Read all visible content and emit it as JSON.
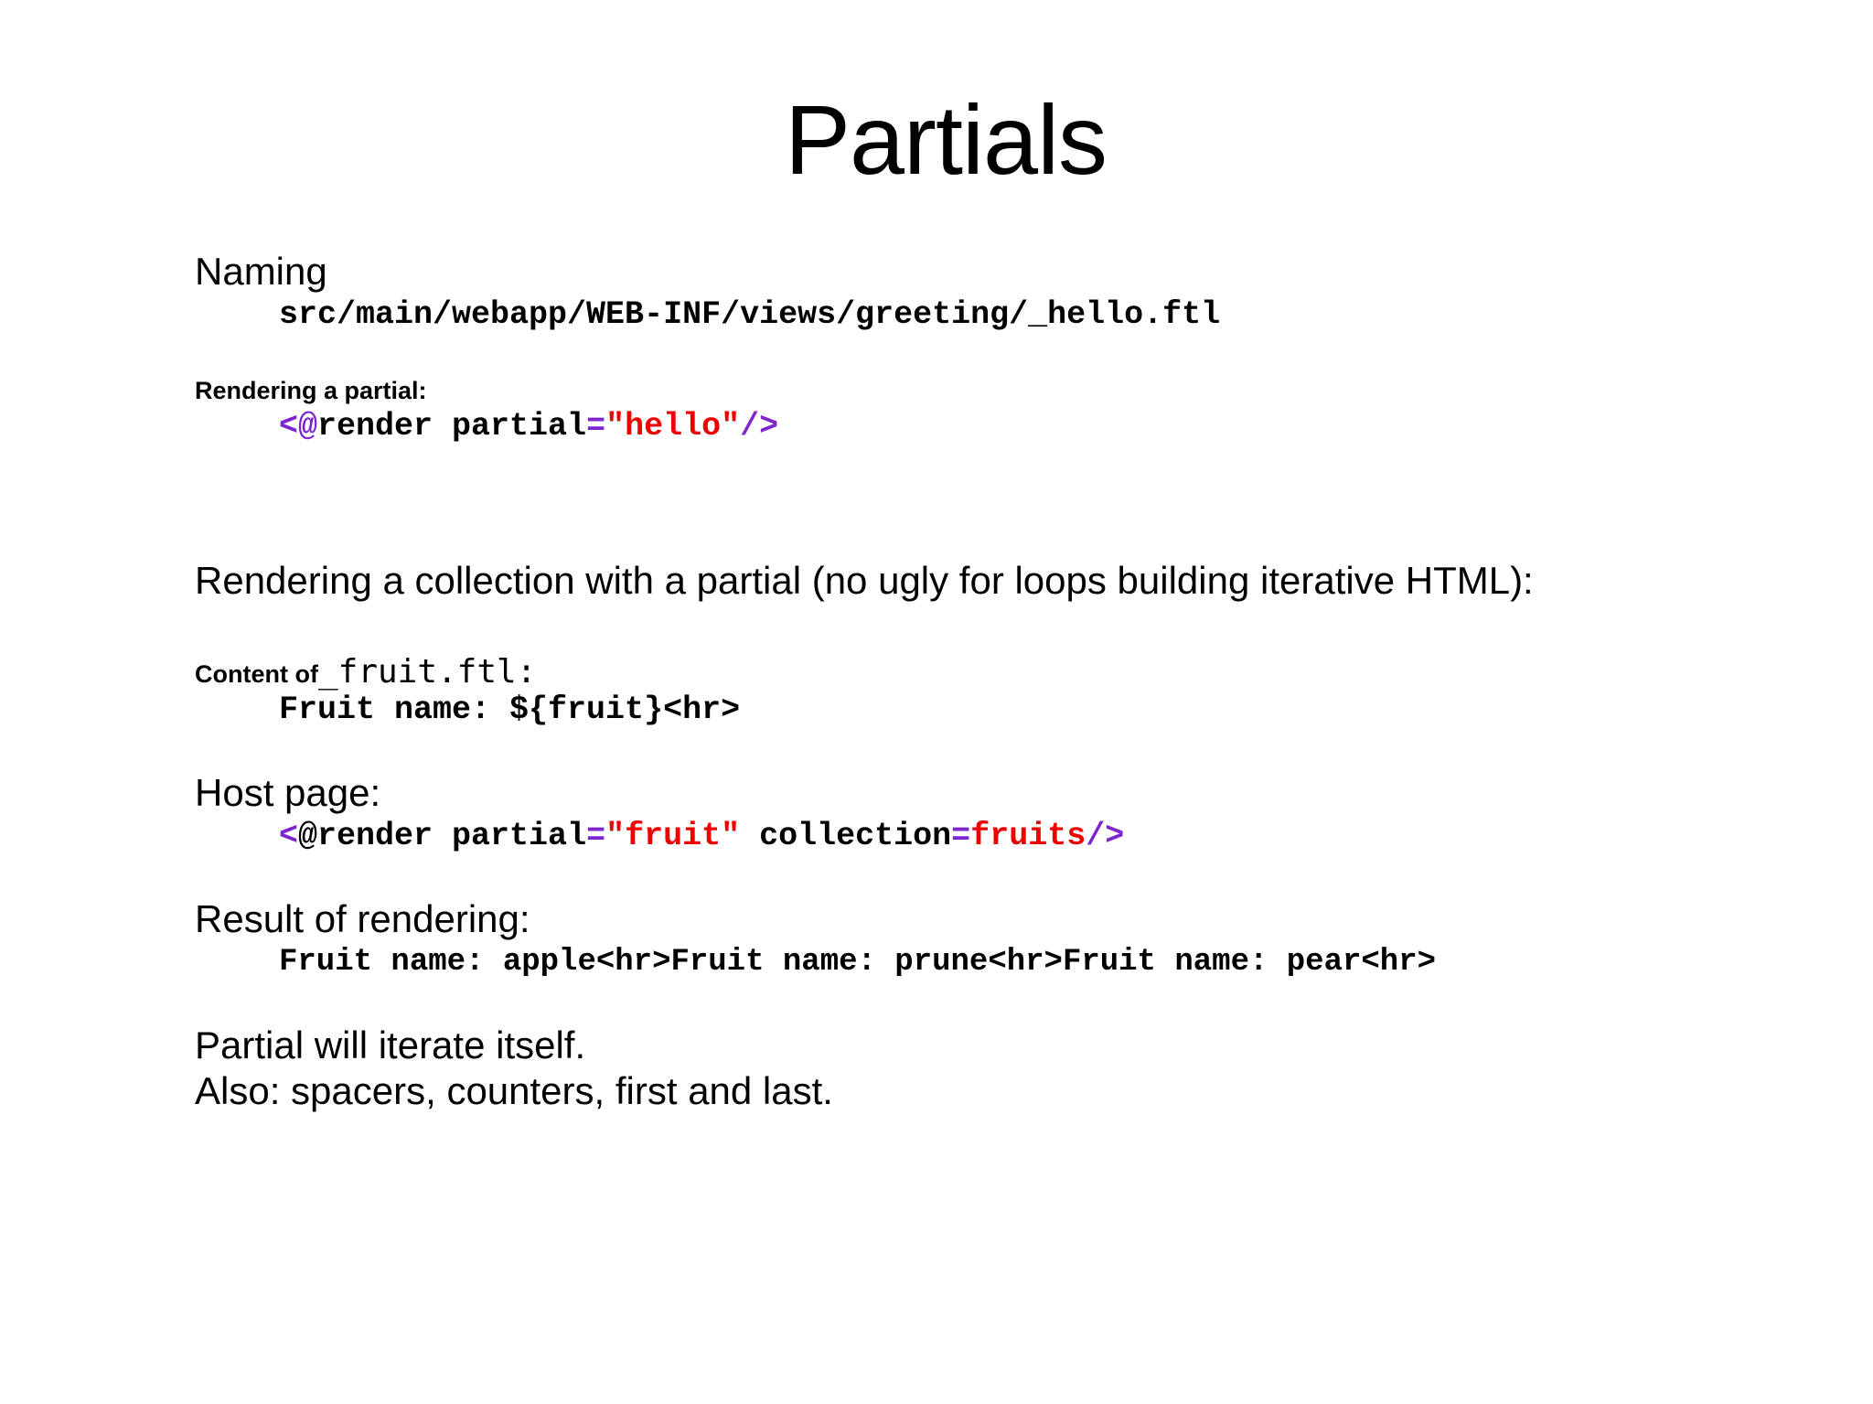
{
  "slide": {
    "title": "Partials",
    "naming": {
      "heading": "Naming",
      "path": "src/main/webapp/WEB-INF/views/greeting/_hello.ftl"
    },
    "render_partial": {
      "label": "Rendering a partial:",
      "code": {
        "open": "<@",
        "tag": "render partial",
        "eq": "=",
        "value": "\"hello\"",
        "close": "/>"
      }
    },
    "collection_heading": "Rendering a collection with a partial (no ugly for loops building iterative HTML):",
    "content_of": {
      "label": "Content of",
      "filename": "_fruit.ftl",
      "colon": ":",
      "code": "Fruit name: ${fruit}<hr>"
    },
    "host_page": {
      "label": "Host page:",
      "code": {
        "open": "<",
        "tag": "@render partial",
        "eq1": "=",
        "value1": "\"fruit\"",
        "attr2": " collection",
        "eq2": "=",
        "value2": "fruits",
        "close": "/>"
      }
    },
    "result": {
      "label": "Result of rendering:",
      "code": "Fruit name: apple<hr>Fruit name: prune<hr>Fruit name: pear<hr>"
    },
    "notes": [
      "Partial will iterate itself.",
      "Also: spacers, counters, first and last."
    ],
    "colors": {
      "syntax_punct": "#7D26CD",
      "syntax_string": "#EE0000",
      "text": "#000000",
      "background": "#FFFFFF"
    }
  }
}
